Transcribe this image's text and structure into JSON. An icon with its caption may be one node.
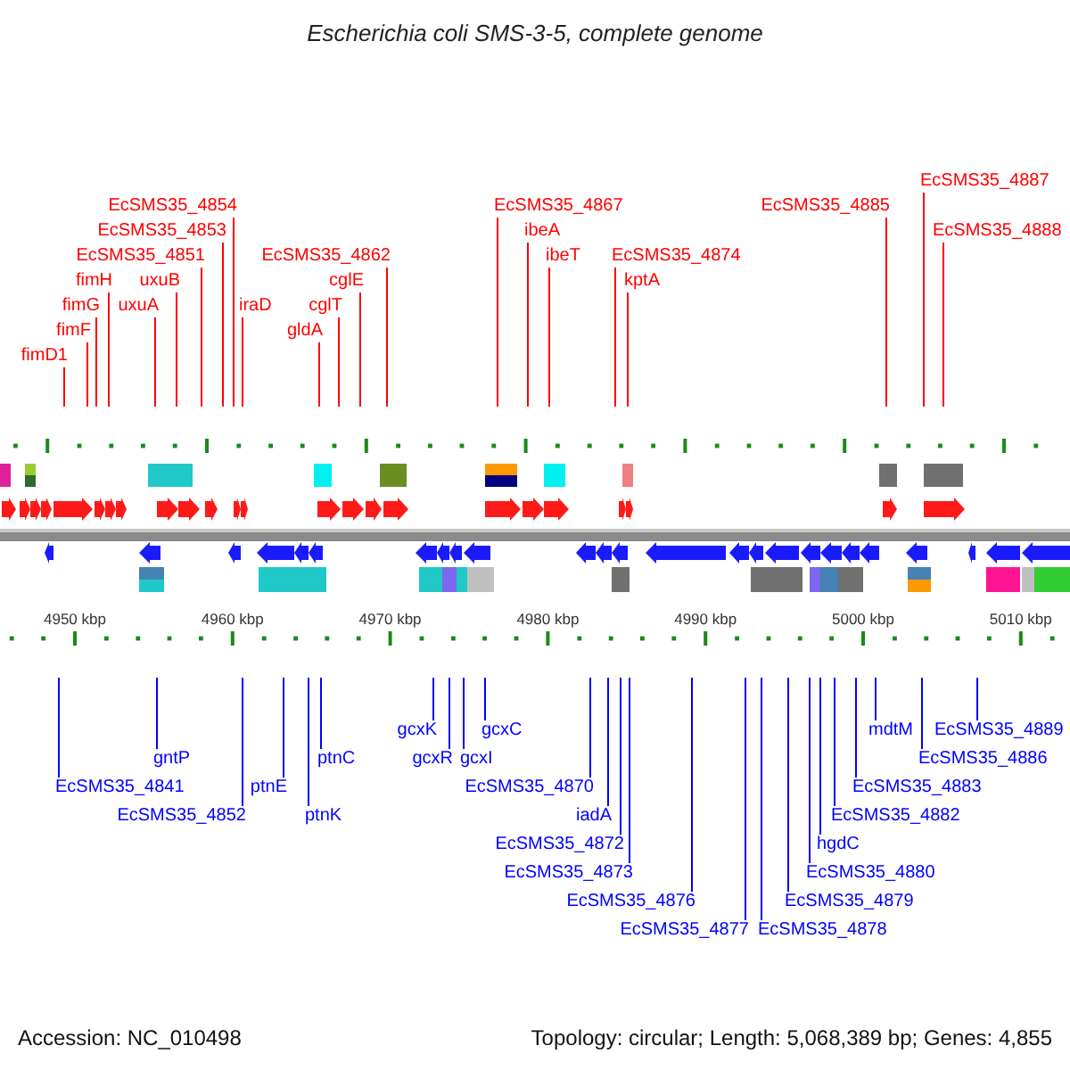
{
  "diagram": {
    "title": "Escherichia coli SMS-3-5, complete genome",
    "nodes": [
      {
        "text": [
          "fimD1"
        ]
      },
      {
        "text": [
          "fimF"
        ]
      },
      {
        "text": [
          "fimG"
        ]
      },
      {
        "text": [
          "fimH"
        ]
      },
      {
        "text": [
          "uxuA"
        ]
      },
      {
        "text": [
          "uxuB"
        ]
      },
      {
        "text": [
          "EcSMS35_4851"
        ]
      },
      {
        "text": [
          "EcSMS35_4853"
        ]
      },
      {
        "text": [
          "EcSMS35_4854"
        ]
      },
      {
        "text": [
          "iraD"
        ]
      },
      {
        "text": [
          "gldA"
        ]
      },
      {
        "text": [
          "cglT"
        ]
      },
      {
        "text": [
          "cglE"
        ]
      },
      {
        "text": [
          "EcSMS35_4862"
        ]
      },
      {
        "text": [
          "EcSMS35_4867"
        ]
      },
      {
        "text": [
          "ibeA"
        ]
      },
      {
        "text": [
          "ibeT"
        ]
      },
      {
        "text": [
          "EcSMS35_4874"
        ]
      },
      {
        "text": [
          "kptA"
        ]
      },
      {
        "text": [
          "EcSMS35_4885"
        ]
      },
      {
        "text": [
          "EcSMS35_4887"
        ]
      },
      {
        "text": [
          "EcSMS35_4888"
        ]
      },
      {
        "text": [
          "EcSMS35_4841"
        ]
      },
      {
        "text": [
          "gntP"
        ]
      },
      {
        "text": [
          "EcSMS35_4852"
        ]
      },
      {
        "text": [
          "ptnE"
        ]
      },
      {
        "text": [
          "ptnK"
        ]
      },
      {
        "text": [
          "ptnC"
        ]
      },
      {
        "text": [
          "gcxK"
        ]
      },
      {
        "text": [
          "gcxR"
        ]
      },
      {
        "text": [
          "gcxI"
        ]
      },
      {
        "text": [
          "gcxC"
        ]
      },
      {
        "text": [
          "EcSMS35_4870"
        ]
      },
      {
        "text": [
          "iadA"
        ]
      },
      {
        "text": [
          "EcSMS35_4872"
        ]
      },
      {
        "text": [
          "EcSMS35_4873"
        ]
      },
      {
        "text": [
          "EcSMS35_4876"
        ]
      },
      {
        "text": [
          "EcSMS35_4877"
        ]
      },
      {
        "text": [
          "EcSMS35_4878"
        ]
      },
      {
        "text": [
          "EcSMS35_4879"
        ]
      },
      {
        "text": [
          "EcSMS35_4880"
        ]
      },
      {
        "text": [
          "hgdC"
        ]
      },
      {
        "text": [
          "EcSMS35_4882"
        ]
      },
      {
        "text": [
          "EcSMS35_4883"
        ]
      },
      {
        "text": [
          "mdtM"
        ]
      },
      {
        "text": [
          "EcSMS35_4886"
        ]
      },
      {
        "text": [
          "EcSMS35_4889"
        ]
      }
    ],
    "edges": [
      {
        "from": 0,
        "to": null,
        "arrow": "none",
        "color": "#ff0000"
      },
      {
        "from": 1,
        "to": null,
        "arrow": "none",
        "color": "#ff0000"
      },
      {
        "from": 2,
        "to": null,
        "arrow": "none",
        "color": "#ff0000"
      },
      {
        "from": 3,
        "to": null,
        "arrow": "none",
        "color": "#ff0000"
      },
      {
        "from": 4,
        "to": null,
        "arrow": "none",
        "color": "#ff0000"
      },
      {
        "from": 5,
        "to": null,
        "arrow": "none",
        "color": "#ff0000"
      },
      {
        "from": 6,
        "to": null,
        "arrow": "none",
        "color": "#ff0000"
      },
      {
        "from": 7,
        "to": null,
        "arrow": "none",
        "color": "#ff0000"
      },
      {
        "from": 8,
        "to": null,
        "arrow": "none",
        "color": "#ff0000"
      },
      {
        "from": 9,
        "to": null,
        "arrow": "none",
        "color": "#ff0000"
      },
      {
        "from": 10,
        "to": null,
        "arrow": "none",
        "color": "#ff0000"
      },
      {
        "from": 11,
        "to": null,
        "arrow": "none",
        "color": "#ff0000"
      },
      {
        "from": 12,
        "to": null,
        "arrow": "none",
        "color": "#ff0000"
      },
      {
        "from": 13,
        "to": null,
        "arrow": "none",
        "color": "#ff0000"
      },
      {
        "from": 14,
        "to": null,
        "arrow": "none",
        "color": "#ff0000"
      },
      {
        "from": 15,
        "to": null,
        "arrow": "none",
        "color": "#ff0000"
      },
      {
        "from": 16,
        "to": null,
        "arrow": "none",
        "color": "#ff0000"
      },
      {
        "from": 17,
        "to": null,
        "arrow": "none",
        "color": "#ff0000"
      },
      {
        "from": 18,
        "to": null,
        "arrow": "none",
        "color": "#ff0000"
      },
      {
        "from": 19,
        "to": null,
        "arrow": "none",
        "color": "#ff0000"
      },
      {
        "from": 20,
        "to": null,
        "arrow": "none",
        "color": "#ff0000"
      },
      {
        "from": 21,
        "to": null,
        "arrow": "none",
        "color": "#ff0000"
      },
      {
        "from": 22,
        "to": null,
        "arrow": "none"
      },
      {
        "from": 23,
        "to": null,
        "arrow": "none"
      },
      {
        "from": 24,
        "to": null,
        "arrow": "none"
      },
      {
        "from": 25,
        "to": null,
        "arrow": "none"
      },
      {
        "from": 26,
        "to": null,
        "arrow": "none"
      },
      {
        "from": 27,
        "to": null,
        "arrow": "none"
      },
      {
        "from": 28,
        "to": null,
        "arrow": "none"
      },
      {
        "from": 29,
        "to": null,
        "arrow": "none"
      },
      {
        "from": 30,
        "to": null,
        "arrow": "none"
      },
      {
        "from": 31,
        "to": null,
        "arrow": "none"
      },
      {
        "from": 32,
        "to": null,
        "arrow": "none"
      },
      {
        "from": 33,
        "to": null,
        "arrow": "none"
      },
      {
        "from": 34,
        "to": null,
        "arrow": "none"
      },
      {
        "from": 35,
        "to": null,
        "arrow": "none"
      },
      {
        "from": 36,
        "to": null,
        "arrow": "none"
      },
      {
        "from": 37,
        "to": null,
        "arrow": "none"
      },
      {
        "from": 38,
        "to": null,
        "arrow": "none"
      },
      {
        "from": 39,
        "to": null,
        "arrow": "none"
      },
      {
        "from": 40,
        "to": null,
        "arrow": "none"
      },
      {
        "from": 41,
        "to": null,
        "arrow": "none"
      },
      {
        "from": 42,
        "to": null,
        "arrow": "none"
      },
      {
        "from": 43,
        "to": null,
        "arrow": "none"
      },
      {
        "from": 44,
        "to": null,
        "arrow": "none"
      },
      {
        "from": 45,
        "to": null,
        "arrow": "none"
      },
      {
        "from": 46,
        "to": null,
        "arrow": "none"
      }
    ],
    "labels": [
      "4950 kbp",
      "4960 kbp",
      "4970 kbp",
      "4980 kbp",
      "4990 kbp",
      "5000 kbp",
      "5010 kbp",
      "Accession: NC_010498",
      "Topology: circular; Length: 5,068,389 bp; Genes: 4,855"
    ]
  }
}
